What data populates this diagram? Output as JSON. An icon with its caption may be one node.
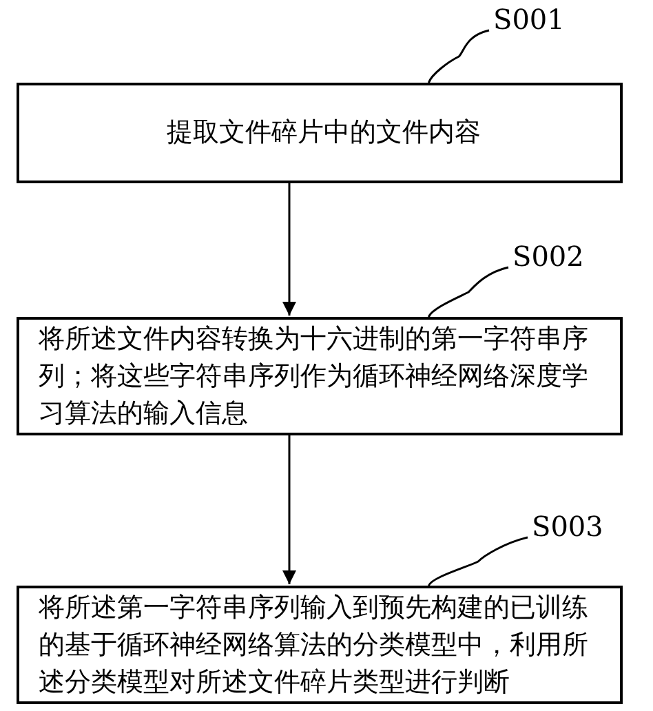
{
  "diagram": {
    "nodes": [
      {
        "text": [
          "提取文件碎片中的文件内容"
        ]
      },
      {
        "text": [
          "将所述文件内容转换为十六进制的第一字符串序列；将这些字符串序列作为循环神经网络深度学习算法的输入信息"
        ]
      },
      {
        "text": [
          "将所述第一字符串序列输入到预先构建的已训练的基于循环神经网络算法的分类模型中，利用所述分类模型对所述文件碎片类型进行判断"
        ]
      },
      {
        "text": [
          "S001"
        ]
      },
      {
        "text": [
          "S002"
        ]
      },
      {
        "text": [
          "S003"
        ]
      }
    ],
    "edges": [
      {
        "from": 0,
        "to": 1,
        "arrow": "to"
      },
      {
        "from": 1,
        "to": 2,
        "arrow": "to"
      },
      {
        "from": 3,
        "to": 0,
        "arrow": "none"
      },
      {
        "from": 4,
        "to": 1,
        "arrow": "none"
      },
      {
        "from": 5,
        "to": 2,
        "arrow": "none"
      }
    ]
  }
}
